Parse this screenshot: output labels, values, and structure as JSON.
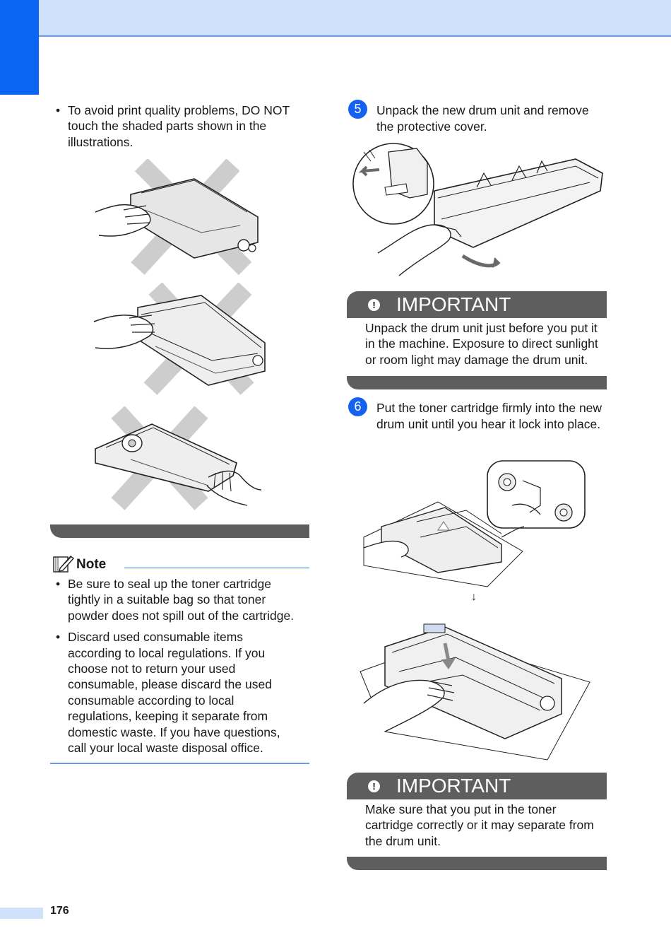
{
  "intro": {
    "bullet": "•",
    "lines": [
      "To avoid print quality problems, DO NOT",
      "touch the shaded parts shown in the",
      "illustrations."
    ]
  },
  "steps": [
    {
      "number": "5",
      "lines": [
        "Unpack the new drum unit and remove",
        "the protective cover."
      ]
    },
    {
      "number": "6",
      "lines": [
        "Put the toner cartridge firmly into the new",
        "drum unit until you hear it lock into place."
      ]
    }
  ],
  "important_boxes": [
    {
      "icon": "!",
      "title": "IMPORTANT",
      "lines": [
        "Unpack the drum unit just before you put it",
        "in the machine. Exposure to direct sunlight",
        "or room light may damage the drum unit."
      ]
    },
    {
      "icon": "!",
      "title": "IMPORTANT",
      "lines": [
        "Make sure that you put in the toner",
        "cartridge correctly or it may separate from",
        "the drum unit."
      ]
    }
  ],
  "note": {
    "title": "Note",
    "items": [
      {
        "bullet": "•",
        "lines": [
          "Be sure to seal up the toner cartridge",
          "tightly in a suitable bag so that toner",
          "powder does not spill out of the cartridge."
        ]
      },
      {
        "bullet": "•",
        "lines": [
          "Discard used consumable items",
          "according to local regulations. If you",
          "choose not to return your used",
          "consumable, please discard the used",
          "consumable according to local",
          "regulations, keeping it separate from",
          "domestic waste. If you have questions,",
          "call your local waste disposal office."
        ]
      }
    ]
  },
  "arrow_glyph": "↓",
  "page_number": "176",
  "colors": {
    "accent": "#0a66f2",
    "band": "#cfe0fb",
    "important_bar": "#5e5e5e",
    "cross": "#c9c9c9"
  }
}
